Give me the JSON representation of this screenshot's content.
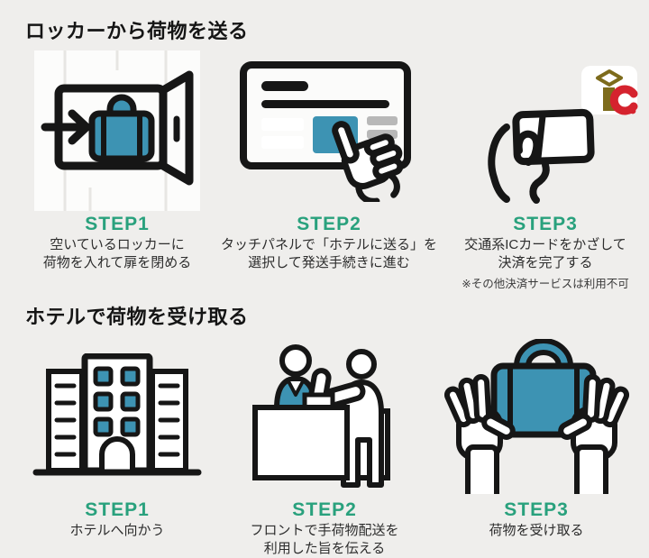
{
  "colors": {
    "background": "#efeeec",
    "accent_teal": "#3d93b3",
    "step_green": "#29a17d",
    "outline_black": "#161616",
    "gray_bar": "#b8b8b8",
    "ic_logo_red": "#d5232e",
    "ic_logo_gold": "#7d6b1c"
  },
  "sections": [
    {
      "title": "ロッカーから荷物を送る",
      "steps": [
        {
          "label": "STEP1",
          "icon": "locker-deposit-icon",
          "caption_lines": [
            "空いているロッカーに",
            "荷物を入れて扉を閉める"
          ]
        },
        {
          "label": "STEP2",
          "icon": "touch-panel-icon",
          "caption_lines": [
            "タッチパネルで「ホテルに送る」を",
            "選択して発送手続きに進む"
          ]
        },
        {
          "label": "STEP3",
          "icon": "ic-card-tap-icon",
          "logo_text": "ic",
          "caption_lines": [
            "交通系ICカードをかざして",
            "決済を完了する"
          ],
          "note": "※その他決済サービスは利用不可"
        }
      ]
    },
    {
      "title": "ホテルで荷物を受け取る",
      "steps": [
        {
          "label": "STEP1",
          "icon": "hotel-building-icon",
          "caption_lines": [
            "ホテルへ向かう"
          ]
        },
        {
          "label": "STEP2",
          "icon": "front-desk-icon",
          "caption_lines": [
            "フロントで手荷物配送を",
            "利用した旨を伝える"
          ]
        },
        {
          "label": "STEP3",
          "icon": "receive-luggage-icon",
          "caption_lines": [
            "荷物を受け取る"
          ]
        }
      ]
    }
  ]
}
